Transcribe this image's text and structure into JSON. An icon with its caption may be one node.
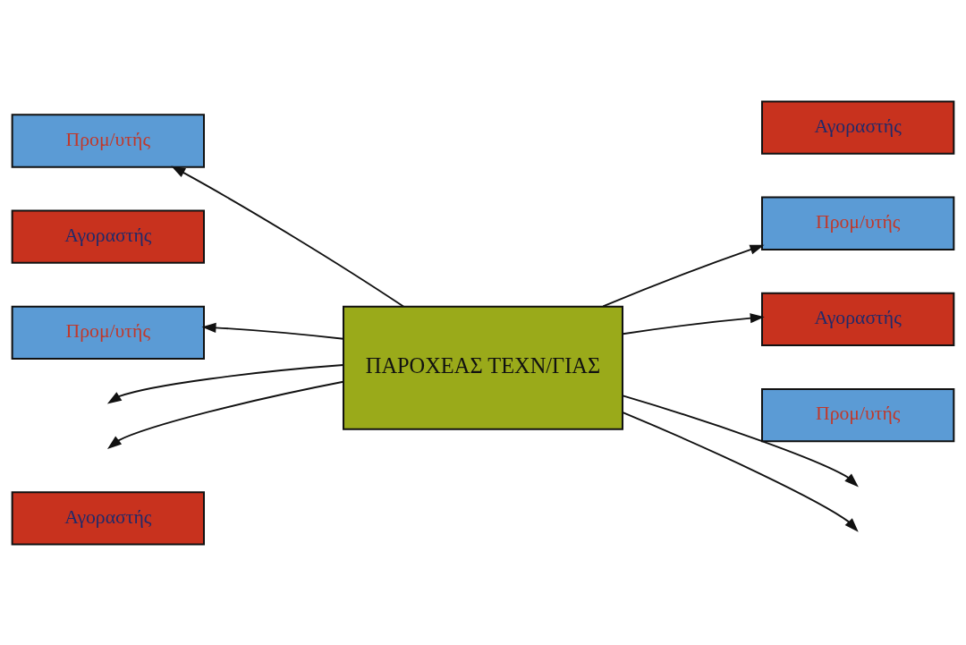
{
  "diagram": {
    "nodes": [
      {
        "text": [
          "Αγοραστής"
        ]
      },
      {
        "text": [
          "Προμ/υτής"
        ]
      },
      {
        "text": [
          "Προμ/υτής"
        ]
      },
      {
        "text": [
          "Αγοραστής"
        ]
      },
      {
        "text": [
          "ΠΑΡΟΧΕΑΣ ΤΕΧΝ/ΓΙΑΣ"
        ]
      },
      {
        "text": [
          "Αγοραστής"
        ]
      },
      {
        "text": [
          "Προμ/υτής"
        ]
      },
      {
        "text": [
          "Αγοραστής"
        ]
      },
      {
        "text": [
          "Προμ/υτής"
        ]
      }
    ],
    "edges": [
      {
        "from": 4,
        "to": 1,
        "arrow": "to"
      },
      {
        "from": 4,
        "to": null,
        "arrow": "to"
      },
      {
        "from": 4,
        "to": 6,
        "arrow": "to"
      },
      {
        "from": 4,
        "to": null,
        "arrow": "to"
      },
      {
        "from": 4,
        "to": null,
        "arrow": "to"
      },
      {
        "from": 4,
        "to": 2,
        "arrow": "to"
      },
      {
        "from": 4,
        "to": 5,
        "arrow": "to"
      },
      {
        "from": 4,
        "to": null,
        "arrow": "to"
      }
    ]
  }
}
